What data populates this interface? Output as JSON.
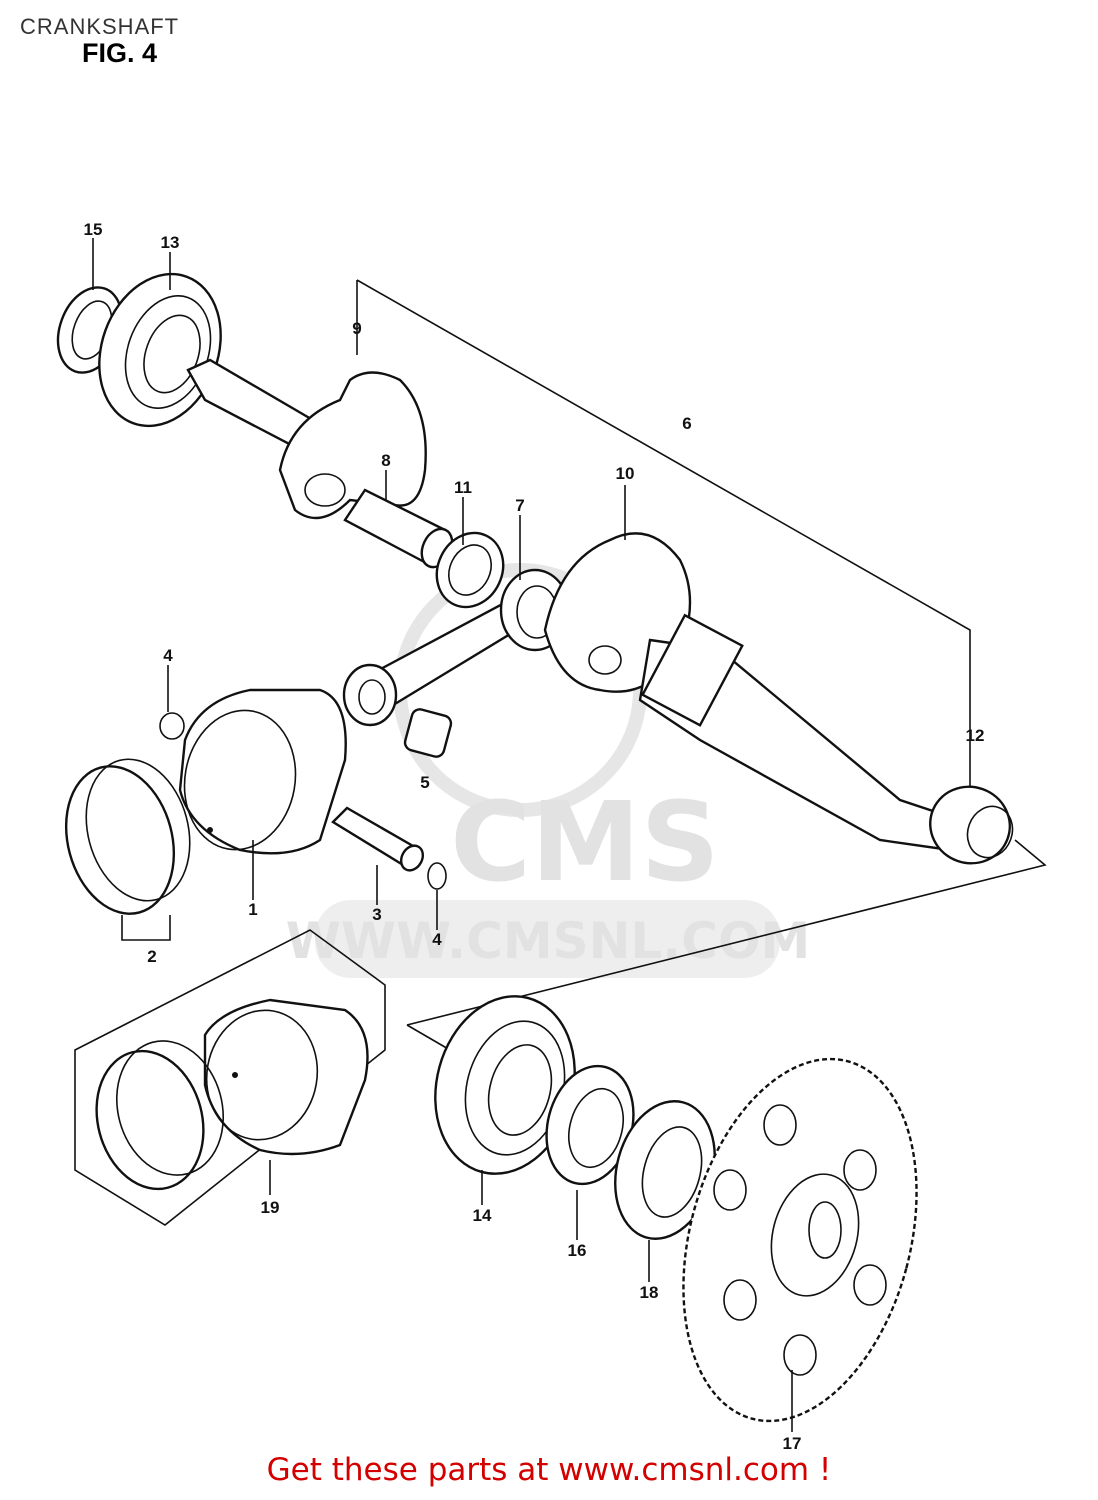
{
  "header": {
    "title": "CRANKSHAFT",
    "figure": "FIG. 4"
  },
  "watermark": {
    "brand": "CMS",
    "url": "WWW.CMSNL.COM"
  },
  "callouts": [
    {
      "id": "15",
      "label": "15"
    },
    {
      "id": "13",
      "label": "13"
    },
    {
      "id": "9",
      "label": "9"
    },
    {
      "id": "8",
      "label": "8"
    },
    {
      "id": "11",
      "label": "11"
    },
    {
      "id": "7",
      "label": "7"
    },
    {
      "id": "10",
      "label": "10"
    },
    {
      "id": "6",
      "label": "6"
    },
    {
      "id": "4a",
      "label": "4"
    },
    {
      "id": "5",
      "label": "5"
    },
    {
      "id": "12",
      "label": "12"
    },
    {
      "id": "1",
      "label": "1"
    },
    {
      "id": "3",
      "label": "3"
    },
    {
      "id": "4b",
      "label": "4"
    },
    {
      "id": "2",
      "label": "2"
    },
    {
      "id": "19",
      "label": "19"
    },
    {
      "id": "14",
      "label": "14"
    },
    {
      "id": "16",
      "label": "16"
    },
    {
      "id": "18",
      "label": "18"
    },
    {
      "id": "17",
      "label": "17"
    }
  ],
  "footer": {
    "text": "Get these parts at www.cmsnl.com !",
    "color": "#d40000"
  }
}
